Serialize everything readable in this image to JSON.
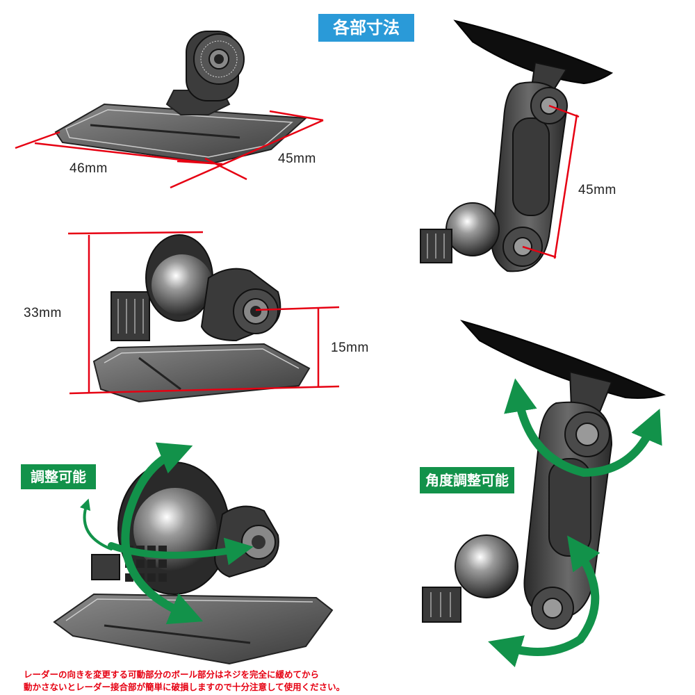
{
  "title": "各部寸法",
  "dimensions": {
    "base_width": "46mm",
    "base_depth": "45mm",
    "total_height": "33mm",
    "joint_height": "15mm",
    "arm_length": "45mm"
  },
  "badges": {
    "adjustable": "調整可能",
    "angle_adjustable": "角度調整可能"
  },
  "warning": {
    "line1": "レーダーの向きを変更する可動部分のボール部分はネジを完全に緩めてから",
    "line2": "動かさないとレーダー接合部が簡単に破損しますので十分注意して使用ください。"
  },
  "colors": {
    "title_bg": "#2a9ad8",
    "badge_bg": "#12924a",
    "dimension_line": "#e60012",
    "arrow": "#12924a",
    "warning_text": "#e60012"
  }
}
